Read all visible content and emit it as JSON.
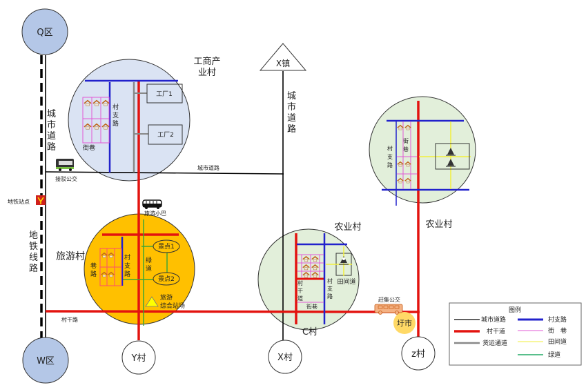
{
  "title": "乡村道路规划示意图",
  "nodes": {
    "q_district": "Q区",
    "w_district": "W区",
    "x_town": "X镇",
    "y_village": "Y村",
    "x_village": "X村",
    "z_village": "z村",
    "c_village": "C村",
    "market": "圩市"
  },
  "villages": {
    "industrial": {
      "name": "工商产业村",
      "name_line1": "工商产",
      "name_line2": "业村",
      "factory1": "工厂1",
      "factory2": "工厂2",
      "branch_road": "村支路",
      "alley": "街巷"
    },
    "tourism": {
      "name": "旅游村",
      "alley": "巷路",
      "branch_road": "村支路",
      "greenway": "绿道",
      "spot1": "景点1",
      "spot2": "景点2",
      "station_line1": "旅游",
      "station_line2": "综合站场"
    },
    "agri_c": {
      "name": "农业村",
      "trunk_road": "村干道",
      "branch_road": "村支路",
      "field_road": "田间道",
      "alley": "街巷"
    },
    "agri_z": {
      "name": "农业村",
      "branch_road": "村支路",
      "alley": "街巷"
    }
  },
  "roads": {
    "city_road_vertical_left": "城市道路",
    "city_road_vertical_right": "城市道路",
    "city_road_horizontal": "城市道路",
    "metro_line": "地铁线路",
    "village_trunk": "村干路"
  },
  "transit": {
    "shuttle_bus": "接驳公交",
    "tour_minibus": "旅游小巴",
    "metro_station": "地铁站点",
    "market_bus": "赶集公交"
  },
  "legend": {
    "title": "图例",
    "items": [
      {
        "label": "城市道路",
        "color": "#000000"
      },
      {
        "label": "村干道",
        "color": "#e3130f"
      },
      {
        "label": "货运通道",
        "color": "#888888"
      },
      {
        "label": "村支路",
        "color": "#2222cc"
      },
      {
        "label": "街　巷",
        "color": "#e25ad6"
      },
      {
        "label": "田间道",
        "color": "#f2ef3a"
      },
      {
        "label": "绿道",
        "color": "#22aa66"
      }
    ]
  },
  "colors": {
    "district_fill": "#b4c7e7",
    "industrial_fill": "#dae3f3",
    "tourism_fill": "#ffc000",
    "agri_fill": "#e2efda",
    "market_fill": "#ffd966",
    "trunk_red": "#e3130f",
    "branch_blue": "#2222cc"
  }
}
